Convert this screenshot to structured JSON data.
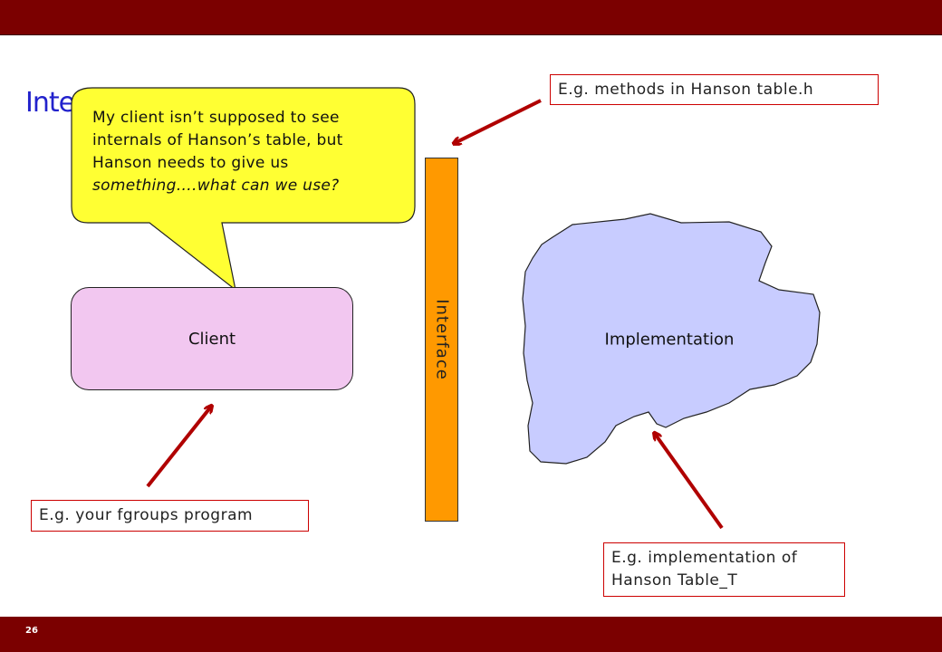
{
  "slide": {
    "title": "Inte",
    "page_number": "26"
  },
  "callouts": {
    "methods": "E.g. methods in Hanson table.h",
    "program": "E.g. your fgroups program",
    "implementation_line1": "E.g. implementation of",
    "implementation_line2": "Hanson Table_T"
  },
  "speech_bubble": {
    "line1": "My client isn’t supposed to see",
    "line2": "internals of Hanson’s table, but",
    "line3": "Hanson needs to give us",
    "line4": "something….what can we use?"
  },
  "diagram": {
    "client_label": "Client",
    "interface_label": "Interface",
    "implementation_label": "Implementation"
  },
  "colors": {
    "bar": "#7b0000",
    "title": "#2222cc",
    "client_fill": "#f2c7f0",
    "interface_fill": "#ff9900",
    "implementation_fill": "#c8ccff",
    "bubble_fill": "#ffff33",
    "arrow": "#b00000"
  }
}
